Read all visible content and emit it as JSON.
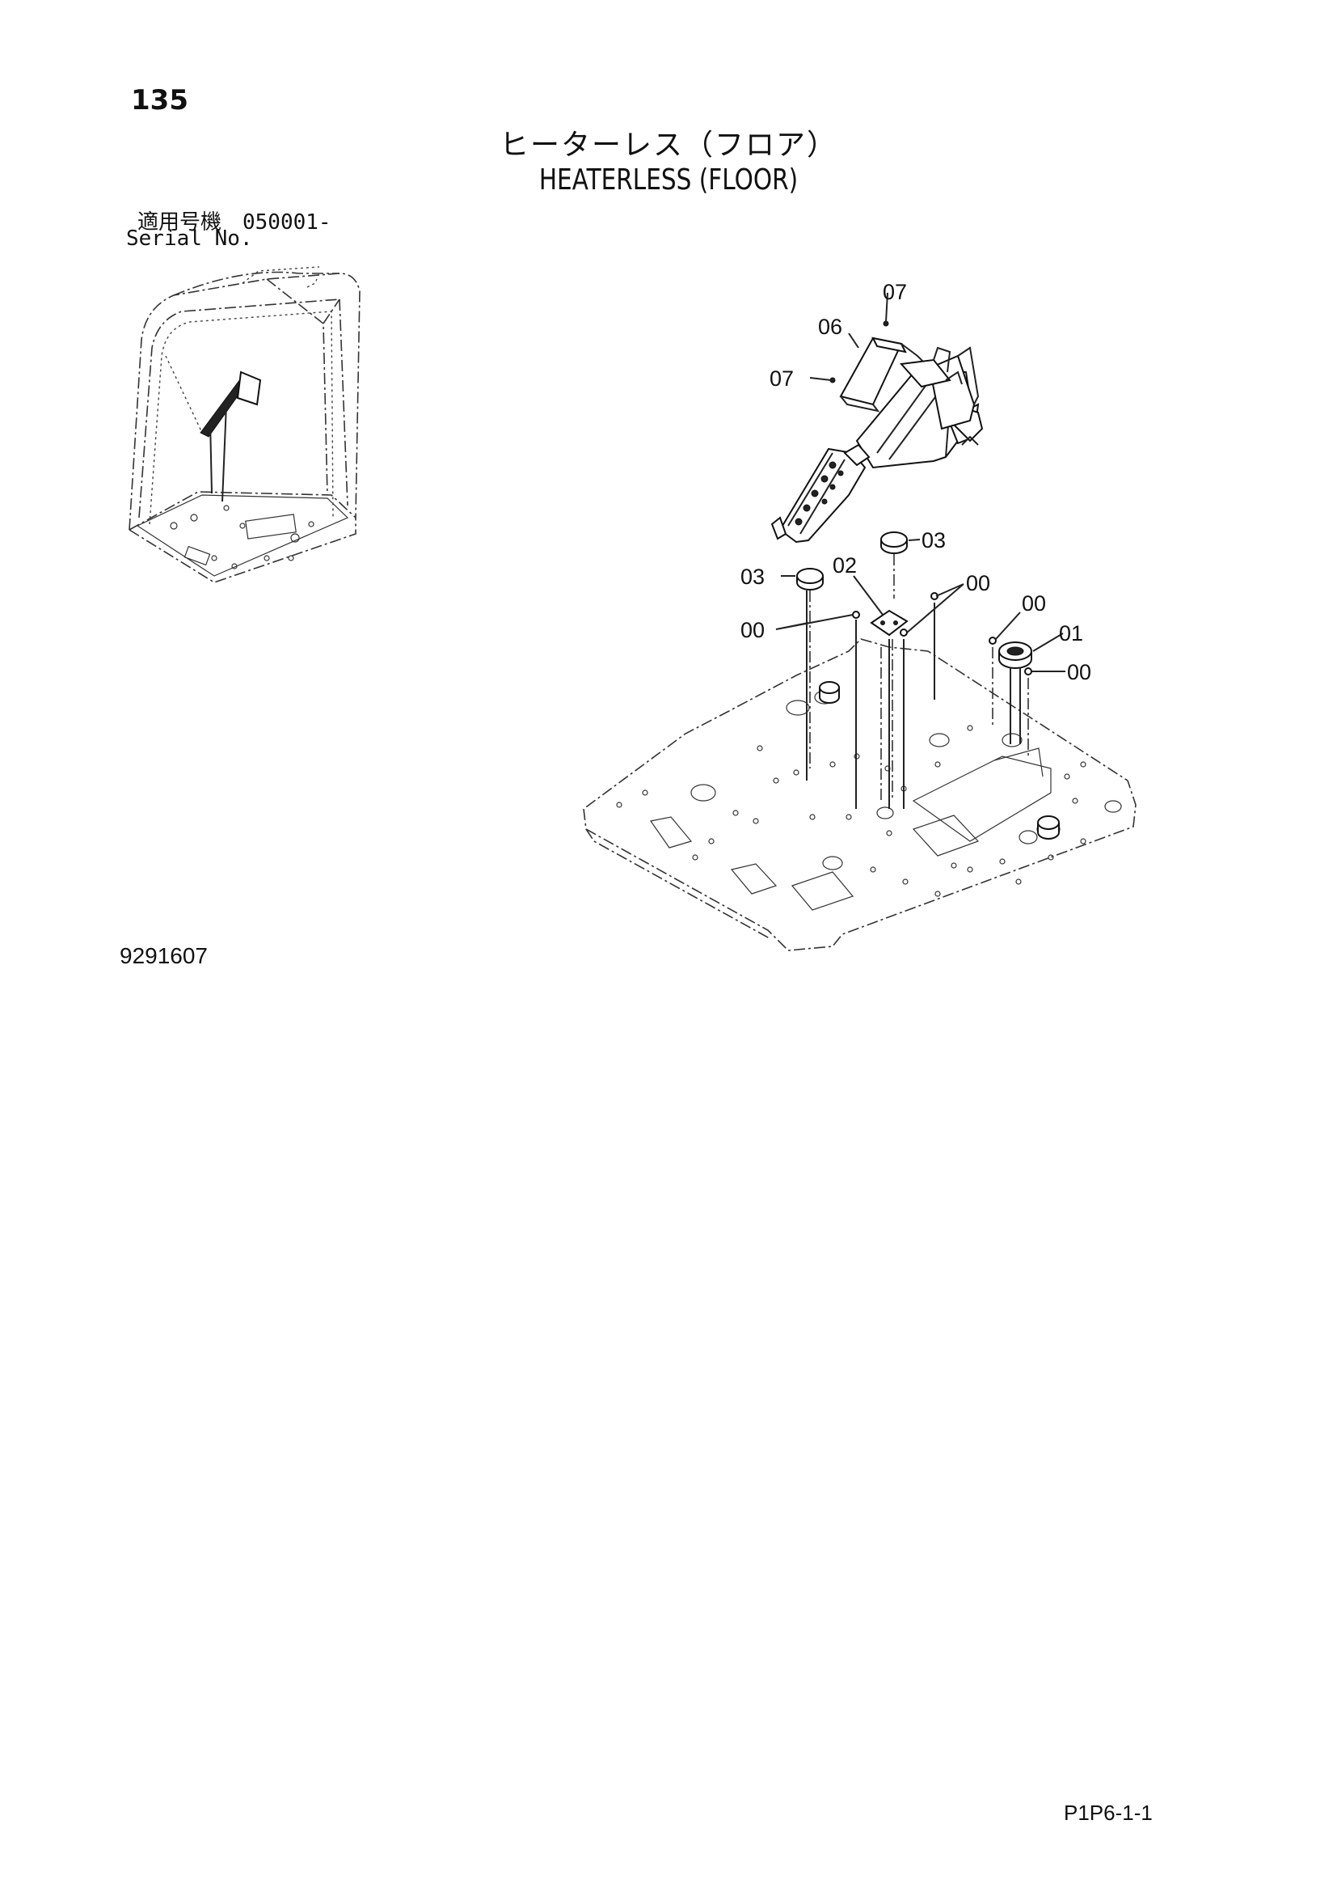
{
  "page": {
    "number": "135",
    "title_jp": "ヒーターレス（フロア）",
    "title_en": "HEATERLESS (FLOOR)",
    "serial_jp": "適用号機　050001-",
    "serial_en": "Serial No.",
    "drawing_number": "9291607",
    "page_code": "P1P6-1-1"
  },
  "callouts": {
    "c07a": "07",
    "c06": "06",
    "c07b": "07",
    "c03a": "03",
    "c03b": "03",
    "c02": "02",
    "c00a": "00",
    "c00b": "00",
    "c00c": "00",
    "c01": "01",
    "c00d": "00"
  }
}
